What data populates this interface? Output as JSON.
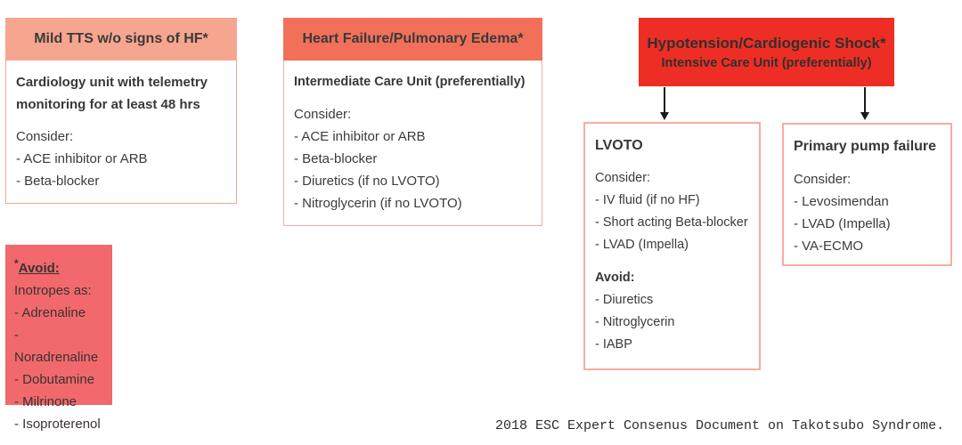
{
  "colors": {
    "mild_header_bg": "#f6a58f",
    "hf_header_bg": "#f2705a",
    "shock_bg": "#ee2e24",
    "avoid_bg": "#f1696c",
    "sub_box_border": "#faaba4",
    "text": "#3b3b3b"
  },
  "boxes": {
    "mild": {
      "header": "Mild TTS w/o signs of HF*",
      "lead": "Cardiology unit with telemetry monitoring for at least 48 hrs",
      "consider_label": "Consider:",
      "items": [
        "- ACE inhibitor or ARB",
        "- Beta-blocker"
      ]
    },
    "avoid": {
      "asterisk": "*",
      "title": "Avoid:",
      "subtitle": "Inotropes as:",
      "items": [
        "- Adrenaline",
        "- Noradrenaline",
        "- Dobutamine",
        "- Milrinone",
        "- Isoproterenol"
      ]
    },
    "hf": {
      "header": "Heart Failure/Pulmonary Edema*",
      "lead": "Intermediate Care Unit (preferentially)",
      "consider_label": "Consider:",
      "items": [
        "- ACE inhibitor or ARB",
        "- Beta-blocker",
        "- Diuretics (if no LVOTO)",
        "- Nitroglycerin (if no LVOTO)"
      ]
    },
    "shock": {
      "line1": "Hypotension/Cardiogenic Shock*",
      "line2": "Intensive Care Unit (preferentially)"
    },
    "lvoto": {
      "title": "LVOTO",
      "consider_label": "Consider:",
      "consider_items": [
        "- IV fluid (if no HF)",
        "- Short acting Beta-blocker",
        "- LVAD (Impella)"
      ],
      "avoid_label": "Avoid:",
      "avoid_items": [
        "- Diuretics",
        "- Nitroglycerin",
        "- IABP"
      ]
    },
    "pump": {
      "title": "Primary pump failure",
      "consider_label": "Consider:",
      "items": [
        "- Levosimendan",
        "- LVAD (Impella)",
        "- VA-ECMO"
      ]
    }
  },
  "citation": "2018 ESC Expert Consenus Document on Takotsubo Syndrome."
}
